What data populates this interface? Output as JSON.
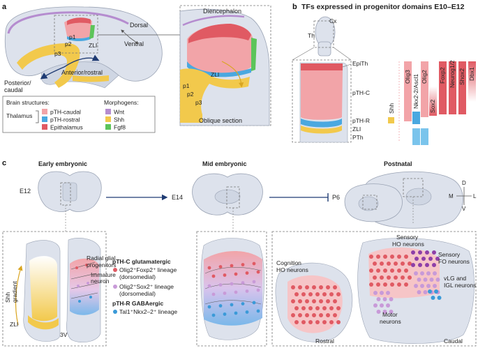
{
  "panel_a": {
    "letter": "a",
    "labels": {
      "dorsal": "Dorsal",
      "ventral": "Ventral",
      "zli": "ZLI",
      "p1": "p1",
      "p2": "p2",
      "p3": "p3",
      "posterior": "Posterior/",
      "caudal": "caudal",
      "anterior": "Anterior/rostral"
    },
    "zoom": {
      "diencephalon": "Diencephalon",
      "oblique": "Oblique section",
      "zli": "ZLI",
      "p1": "p1",
      "p2": "p2",
      "p3": "p3"
    },
    "legend": {
      "structures_title": "Brain structures:",
      "morphogens_title": "Morphogens:",
      "thalamus": "Thalamus",
      "structures": [
        {
          "label": "pTH-caudal",
          "color": "#f2a4a8"
        },
        {
          "label": "pTH-rostral",
          "color": "#4aa8e0"
        },
        {
          "label": "Epithalamus",
          "color": "#e05a63"
        }
      ],
      "morphogens": [
        {
          "label": "Wnt",
          "color": "#b58ccf"
        },
        {
          "label": "Shh",
          "color": "#f2c94c"
        },
        {
          "label": "Fgf8",
          "color": "#5cc45a"
        }
      ]
    }
  },
  "panel_b": {
    "letter": "b",
    "title": "TFs expressed in progenitor domains E10–E12",
    "small_labels": {
      "cx": "Cx",
      "th": "Th"
    },
    "domains": {
      "epith": "EpiTh",
      "pthc": "pTH-C",
      "pthr": "pTH-R",
      "zli": "ZLI",
      "pth": "PTh"
    },
    "shh": "Shh",
    "tfs": [
      {
        "name": "Olig3"
      },
      {
        "name": "Nkx2-2/Ascl1"
      },
      {
        "name": "Olig2"
      },
      {
        "name": "Sox2"
      },
      {
        "name": "Foxp2"
      },
      {
        "name": "Neurog1/2"
      },
      {
        "name": "Shox2"
      },
      {
        "name": "Dbx1"
      }
    ]
  },
  "panel_c": {
    "letter": "c",
    "stages": {
      "early": "Early embryonic",
      "mid": "Mid embryonic",
      "postnatal": "Postnatal"
    },
    "ages": {
      "e12": "E12",
      "e14": "E14",
      "p6": "P6"
    },
    "axes": {
      "d": "D",
      "v": "V",
      "m": "M",
      "l": "L"
    },
    "early": {
      "shh": "Shh",
      "gradient": "gradient",
      "zli": "ZLI",
      "ventricle": "3V",
      "radial1": "Radial glial",
      "radial2": "progenitors",
      "immature1": "Immature",
      "immature2": "neuron"
    },
    "legend": {
      "glut_title": "pTH-C glutamatergic",
      "glut_items": [
        {
          "line1": "Olig2⁺Foxp2⁺ lineage",
          "line2": "(dorsomedial)",
          "color": "#e05a63"
        },
        {
          "line1": "Olig2⁺Sox2⁺ lineage",
          "line2": "(dorsomedial)",
          "color": "#c89ad8"
        }
      ],
      "gaba_title": "pTH-R GABAergic",
      "gaba_items": [
        {
          "line1": "Tal1⁺Nkx2–2⁺ lineage",
          "color": "#3a9ad8"
        }
      ]
    },
    "postnatal": {
      "cognition1": "Cognition",
      "cognition2": "HO neurons",
      "sensory_ho1": "Sensory",
      "sensory_ho2": "HO neurons",
      "sensory_fo1": "Sensory",
      "sensory_fo2": "FO neurons",
      "vlg1": "vLG and",
      "vlg2": "IGL neurons",
      "motor1": "Motor",
      "motor2": "neurons",
      "rostral": "Rostral",
      "caudal": "Caudal"
    }
  }
}
